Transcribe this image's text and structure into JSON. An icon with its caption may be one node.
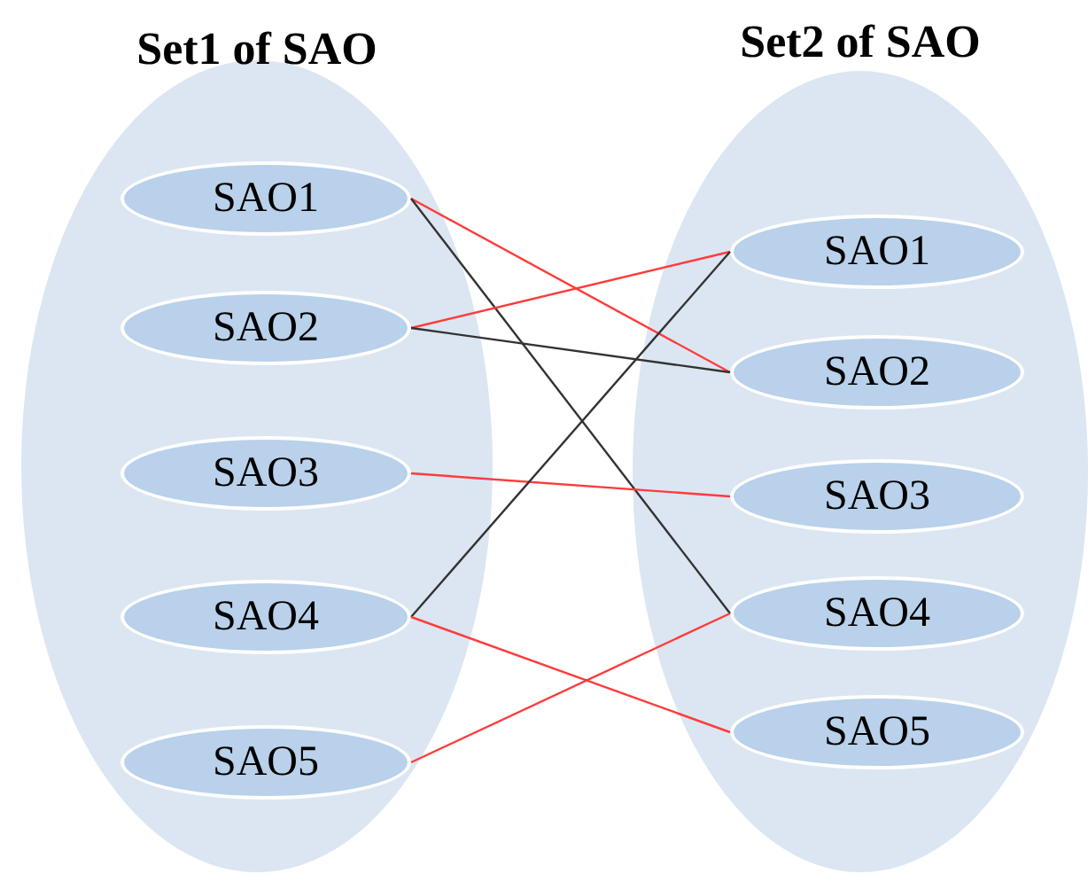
{
  "diagram": {
    "nodes": [
      {
        "text": [
          "Set1 of SAO"
        ]
      },
      {
        "text": [
          "SAO1"
        ],
        "in": 0
      },
      {
        "text": [
          "SAO2"
        ],
        "in": 0
      },
      {
        "text": [
          "SAO3"
        ],
        "in": 0
      },
      {
        "text": [
          "SAO4"
        ],
        "in": 0
      },
      {
        "text": [
          "SAO5"
        ],
        "in": 0
      },
      {
        "text": [
          "Set2 of SAO"
        ]
      },
      {
        "text": [
          "SAO1"
        ],
        "in": 6
      },
      {
        "text": [
          "SAO2"
        ],
        "in": 6
      },
      {
        "text": [
          "SAO3"
        ],
        "in": 6
      },
      {
        "text": [
          "SAO4"
        ],
        "in": 6
      },
      {
        "text": [
          "SAO5"
        ],
        "in": 6
      }
    ],
    "edges": [
      {
        "from": 1,
        "to": 8,
        "arrow": "none"
      },
      {
        "from": 1,
        "to": 10,
        "arrow": "none",
        "color": "#333333"
      },
      {
        "from": 2,
        "to": 7,
        "arrow": "none"
      },
      {
        "from": 2,
        "to": 8,
        "arrow": "none",
        "color": "#333333"
      },
      {
        "from": 3,
        "to": 9,
        "arrow": "none"
      },
      {
        "from": 4,
        "to": 7,
        "arrow": "none",
        "color": "#333333"
      },
      {
        "from": 4,
        "to": 11,
        "arrow": "none"
      },
      {
        "from": 5,
        "to": 10,
        "arrow": "none"
      }
    ]
  }
}
